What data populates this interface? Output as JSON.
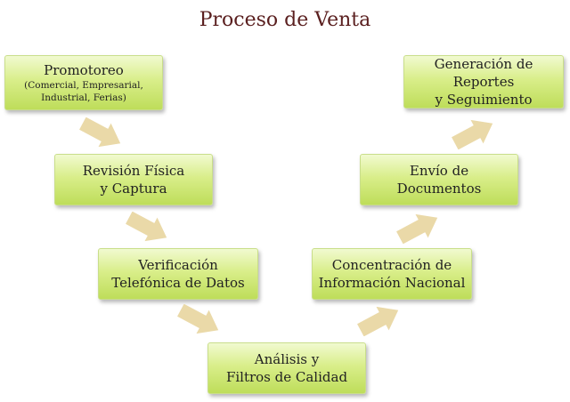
{
  "title": "Proceso de Venta",
  "colors": {
    "title": "#5a1f1f",
    "box_top": "#f1fad0",
    "box_bottom": "#bedd5a",
    "arrow": "#ead9a8"
  },
  "steps": [
    {
      "line1": "Promotoreo",
      "sub1": "(Comercial, Empresarial,",
      "sub2": "Industrial, Ferias)"
    },
    {
      "line1": "Revisión Física",
      "line2": "y Captura"
    },
    {
      "line1": "Verificación",
      "line2": "Telefónica de Datos"
    },
    {
      "line1": "Análisis y",
      "line2": "Filtros de Calidad"
    },
    {
      "line1": "Concentración de",
      "line2": "Información Nacional"
    },
    {
      "line1": "Envío de",
      "line2": "Documentos"
    },
    {
      "line1": "Generación de Reportes",
      "line2": "y Seguimiento"
    }
  ]
}
